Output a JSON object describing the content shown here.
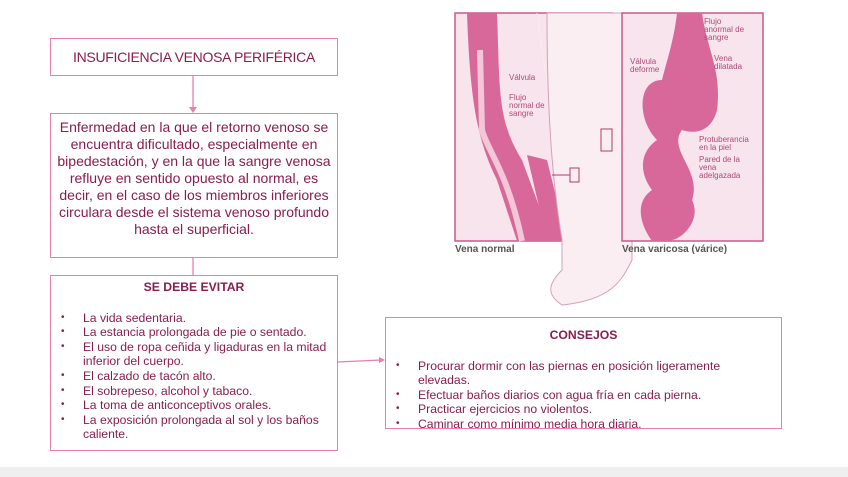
{
  "title": "INSUFICIENCIA VENOSA PERIFÉRICA",
  "description": "Enfermedad en la que el retorno venoso se encuentra dificultado, especialmente en bipedestación, y en la que la sangre venosa refluye en sentido opuesto al normal, es decir, en el caso de los miembros inferiores circulara desde el sistema venoso profundo hasta el superficial.",
  "avoid": {
    "heading": "SE DEBE EVITAR",
    "items": [
      "La vida sedentaria.",
      "La estancia prolongada de pie o sentado.",
      "El uso de ropa ceñida y ligaduras en la mitad inferior del cuerpo.",
      "El calzado de tacón alto.",
      "El sobrepeso, alcohol y tabaco.",
      "La toma de anticonceptivos orales.",
      "La exposición prolongada al sol y los baños caliente."
    ]
  },
  "tips": {
    "heading": "CONSEJOS",
    "items": [
      "Procurar dormir con las piernas en posición ligeramente elevadas.",
      "Efectuar baños diarios con agua fría en cada pierna.",
      "Practicar ejercicios no violentos.",
      "Caminar como mínimo media hora diaria."
    ]
  },
  "illustration": {
    "normal_caption": "Vena normal",
    "varicose_caption": "Vena varicosa (várice)",
    "labels": {
      "valve": "Válvula",
      "normal_flow": "Flujo normal de sangre",
      "abnormal_flow": "Flujo anormal de sangre",
      "deformed_valve": "Válvula deforme",
      "dilated_vein": "Vena dilatada",
      "skin_bulge": "Protuberancia en la piel",
      "thin_wall": "Pared de la vena adelgazada"
    }
  },
  "colors": {
    "text": "#8a1d4f",
    "border": "#e97fae",
    "illustration": "#d9689a"
  }
}
